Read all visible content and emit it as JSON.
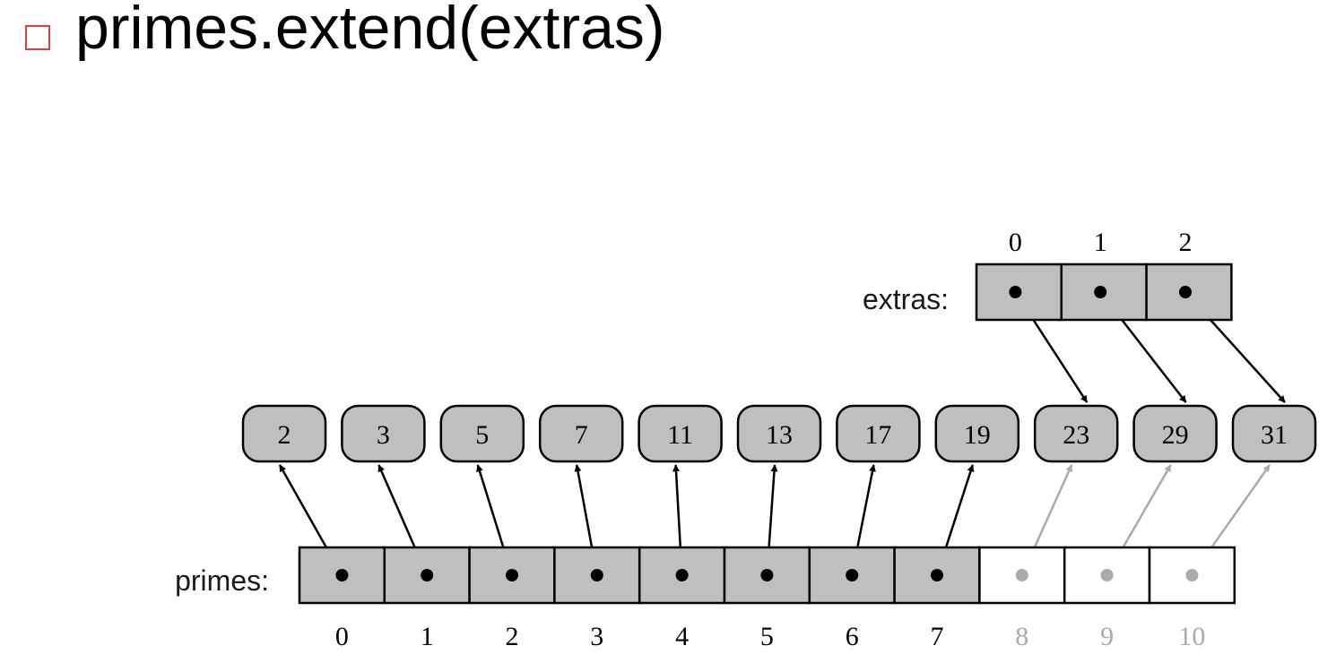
{
  "slide": {
    "bullet_icon": "hollow-square-bullet-icon",
    "title": "primes.extend(extras)"
  },
  "diagram": {
    "extras_label": "extras:",
    "primes_label": "primes:",
    "values": [
      "2",
      "3",
      "5",
      "7",
      "11",
      "13",
      "17",
      "19",
      "23",
      "29",
      "31"
    ],
    "extras_indices": [
      "0",
      "1",
      "2"
    ],
    "primes_indices": [
      "0",
      "1",
      "2",
      "3",
      "4",
      "5",
      "6",
      "7",
      "8",
      "9",
      "10"
    ],
    "primes_filled_count": 8,
    "extras_targets": [
      8,
      9,
      10
    ],
    "colors": {
      "cell_fill": "#bfbfbf",
      "empty_fill": "#ffffff",
      "stroke": "#000000",
      "faded": "#aaaaaa",
      "bullet": "#d6453a"
    }
  }
}
